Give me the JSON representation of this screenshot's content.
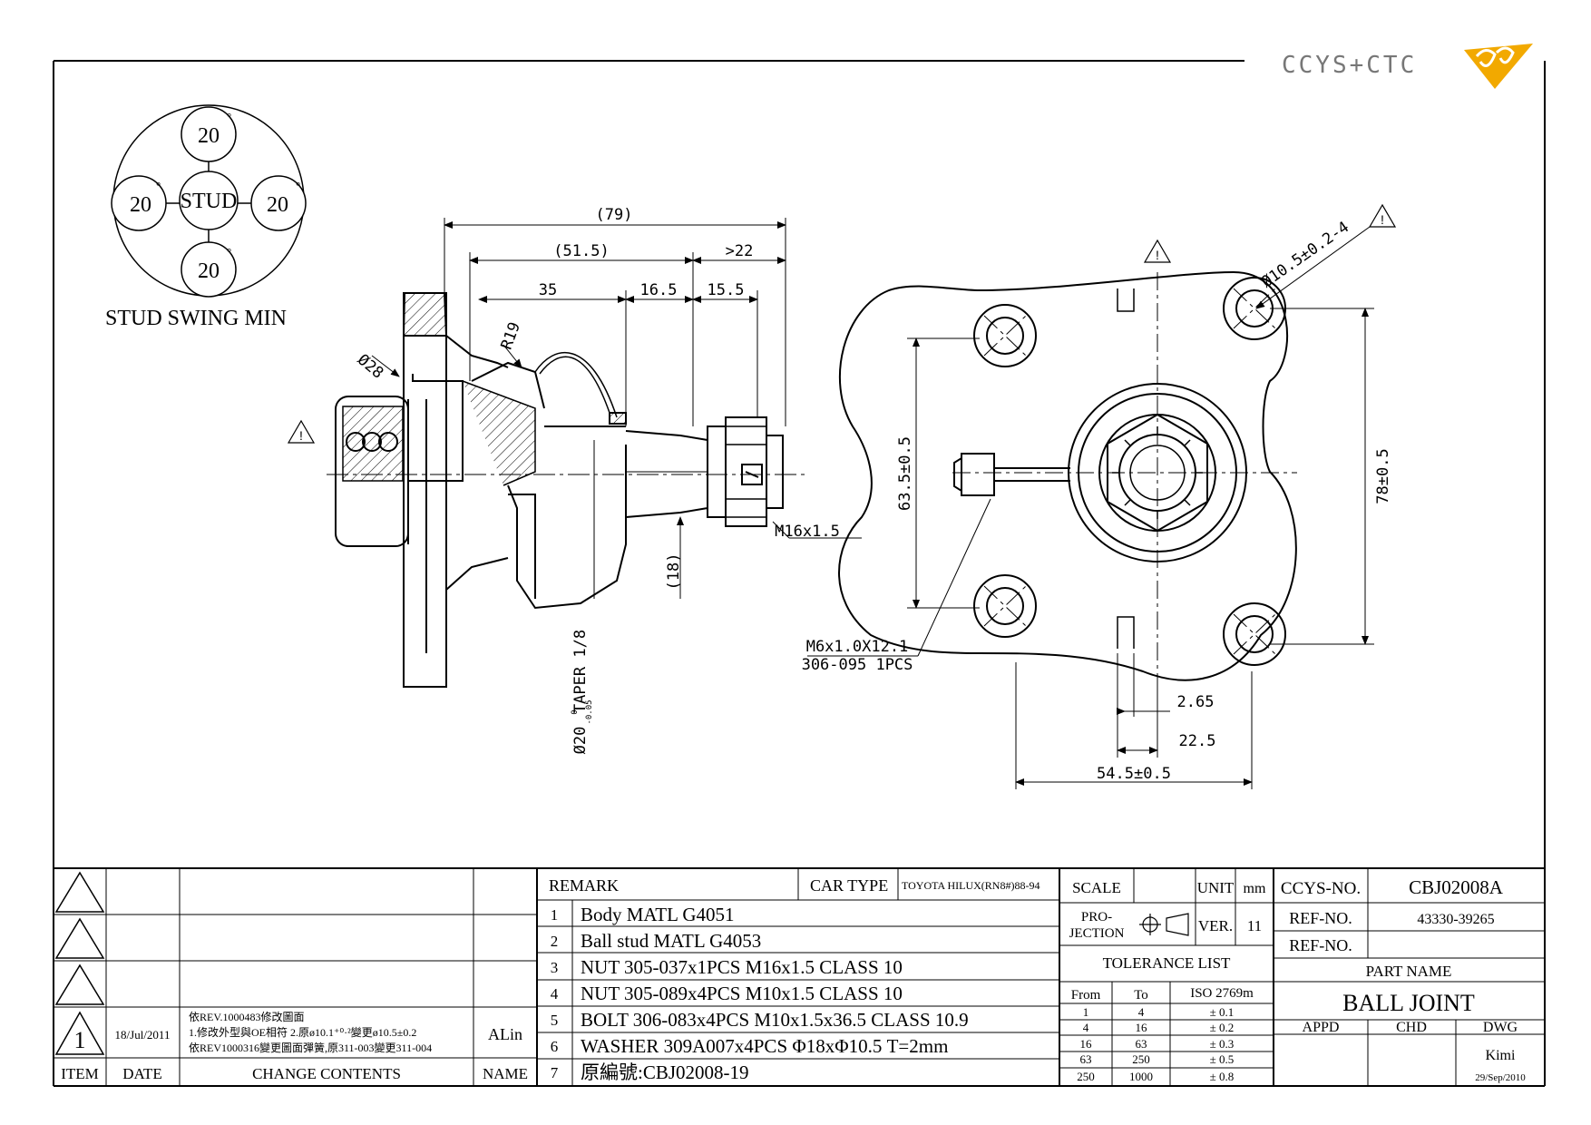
{
  "logo": {
    "text": "CCYS+CTC",
    "accent_color": "#f2a900"
  },
  "stud_swing": {
    "label": "STUD SWING MIN",
    "center": "STUD",
    "top": "20",
    "left": "20",
    "right": "20",
    "bottom": "20",
    "degree_mark": "°"
  },
  "side_view": {
    "dim_overall": "(79)",
    "dim_mid": "(51.5)",
    "dim_thread": ">22",
    "dim_a": "35",
    "dim_b": "16.5",
    "dim_c": "15.5",
    "radius": "R19",
    "dia_cap": "Ø28",
    "thread": "M16x1.5",
    "dim_18": "(18)",
    "taper_note": "Ø20",
    "taper_tol_upper": "0",
    "taper_tol_lower": "-0.05",
    "taper_text": "TAPER 1/8",
    "warning": "!"
  },
  "top_view": {
    "hole_note": "Ø10.5±0.2-4",
    "dim_635": "63.5±0.5",
    "dim_78": "78±0.5",
    "dim_265": "2.65",
    "dim_225": "22.5",
    "dim_545": "54.5±0.5",
    "grease_line1": "M6x1.0X12.1",
    "grease_line2": "306-095 1PCS",
    "warning": "!"
  },
  "title_block": {
    "item_header": "ITEM",
    "date_header": "DATE",
    "change_header": "CHANGE CONTENTS",
    "name_header": "NAME",
    "rev_item": "1",
    "rev_date": "18/Jul/2011",
    "rev_change_1": "依REV.1000483修改圖面",
    "rev_change_2": "1.修改外型與OE相符   2.原ø10.1⁺⁰·²變更ø10.5±0.2",
    "rev_change_3": "依REV1000316變更圖面彈簧,原311-003變更311-004",
    "rev_name": "ALin",
    "remark_label": "REMARK",
    "car_type_label": "CAR TYPE",
    "car_type_value": "TOYOTA HILUX(RN8#)88-94",
    "remarks": [
      {
        "no": "1",
        "text": "Body MATL G4051"
      },
      {
        "no": "2",
        "text": "Ball stud MATL G4053"
      },
      {
        "no": "3",
        "text": "NUT 305-037x1PCS M16x1.5 CLASS 10"
      },
      {
        "no": "4",
        "text": "NUT 305-089x4PCS M10x1.5 CLASS 10"
      },
      {
        "no": "5",
        "text": "BOLT 306-083x4PCS M10x1.5x36.5 CLASS 10.9"
      },
      {
        "no": "6",
        "text": "WASHER 309A007x4PCS  Φ18xΦ10.5 T=2mm"
      },
      {
        "no": "7",
        "text": "原編號:CBJ02008-19"
      }
    ],
    "scale_label": "SCALE",
    "unit_label": "UNIT",
    "unit_value": "mm",
    "projection_label_1": "PRO-",
    "projection_label_2": "JECTION",
    "ver_label": "VER.",
    "ver_value": "11",
    "tolerance_title": "TOLERANCE LIST",
    "tolerance_headers": [
      "From",
      "To",
      "ISO 2769m"
    ],
    "tolerance_rows": [
      [
        "1",
        "4",
        "± 0.1"
      ],
      [
        "4",
        "16",
        "± 0.2"
      ],
      [
        "16",
        "63",
        "± 0.3"
      ],
      [
        "63",
        "250",
        "± 0.5"
      ],
      [
        "250",
        "1000",
        "± 0.8"
      ]
    ],
    "ccys_no_label": "CCYS-NO.",
    "ccys_no_value": "CBJ02008A",
    "ref_no_label_1": "REF-NO.",
    "ref_no_value_1": "43330-39265",
    "ref_no_label_2": "REF-NO.",
    "ref_no_value_2": "",
    "part_name_label": "PART NAME",
    "part_name_value": "BALL JOINT",
    "appd_label": "APPD",
    "chd_label": "CHD",
    "dwg_label": "DWG",
    "dwg_name": "Kimi",
    "dwg_date": "29/Sep/2010"
  }
}
